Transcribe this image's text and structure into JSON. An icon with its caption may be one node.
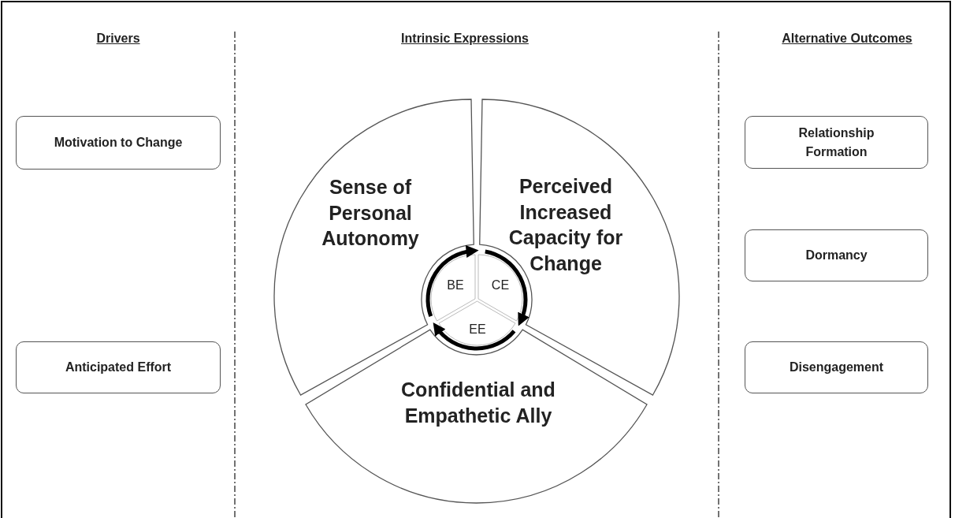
{
  "diagram": {
    "nodes": [
      {
        "text": [
          "Motivation to Change"
        ]
      },
      {
        "text": [
          "Anticipated Effort"
        ]
      },
      {
        "text": [
          "Sense of Personal Autonomy"
        ]
      },
      {
        "text": [
          "Perceived Increased Capacity for Change"
        ]
      },
      {
        "text": [
          "Confidential and Empathetic Ally"
        ]
      },
      {
        "text": [
          "BE"
        ]
      },
      {
        "text": [
          "CE"
        ]
      },
      {
        "text": [
          "EE"
        ]
      },
      {
        "text": [
          "Relationship Formation"
        ]
      },
      {
        "text": [
          "Dormancy"
        ]
      },
      {
        "text": [
          "Disengagement"
        ]
      }
    ],
    "edges": [
      {
        "from": 5,
        "to": 6,
        "arrow": "to"
      },
      {
        "from": 6,
        "to": 7,
        "arrow": "to"
      },
      {
        "from": 7,
        "to": 5,
        "arrow": "to"
      }
    ],
    "labels": [
      "Drivers",
      "Intrinsic Expressions",
      "Alternative Outcomes"
    ]
  }
}
